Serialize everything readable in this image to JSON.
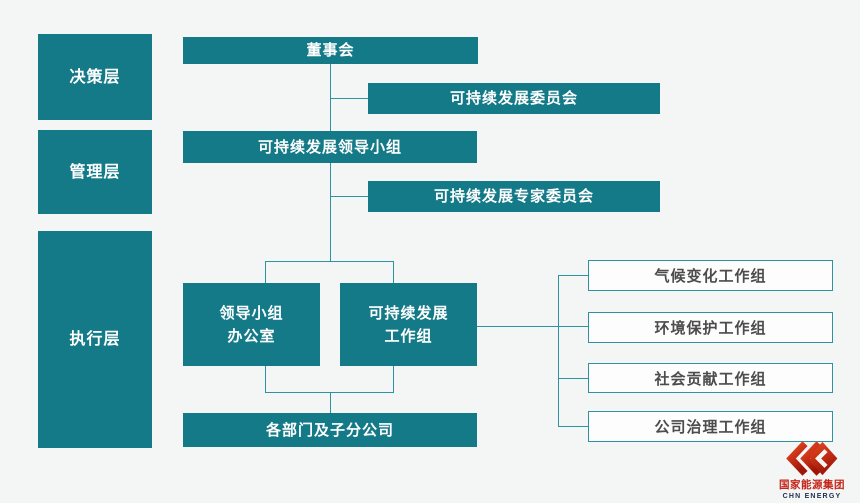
{
  "layers": [
    {
      "label": "决策层"
    },
    {
      "label": "管理层"
    },
    {
      "label": "执行层"
    }
  ],
  "nodes": {
    "board": {
      "label": "董事会"
    },
    "sd_committee": {
      "label": "可持续发展委员会"
    },
    "sd_leading_group": {
      "label": "可持续发展领导小组"
    },
    "sd_expert_committee": {
      "label": "可持续发展专家委员会"
    },
    "leading_group_office": {
      "line1": "领导小组",
      "line2": "办公室"
    },
    "sd_working_group": {
      "line1": "可持续发展",
      "line2": "工作组"
    },
    "departments": {
      "label": "各部门及子分公司"
    }
  },
  "working_groups": [
    {
      "label": "气候变化工作组"
    },
    {
      "label": "环境保护工作组"
    },
    {
      "label": "社会贡献工作组"
    },
    {
      "label": "公司治理工作组"
    }
  ],
  "logo": {
    "name_cn": "国家能源集团",
    "name_en": "CHN ENERGY"
  },
  "colors": {
    "box_teal": "#147a88",
    "line_teal": "#2e93a0",
    "background": "#f4f5f5",
    "white_box_text": "#4c4c4c",
    "logo_red": "#c4261a",
    "logo_navy": "#243150"
  }
}
